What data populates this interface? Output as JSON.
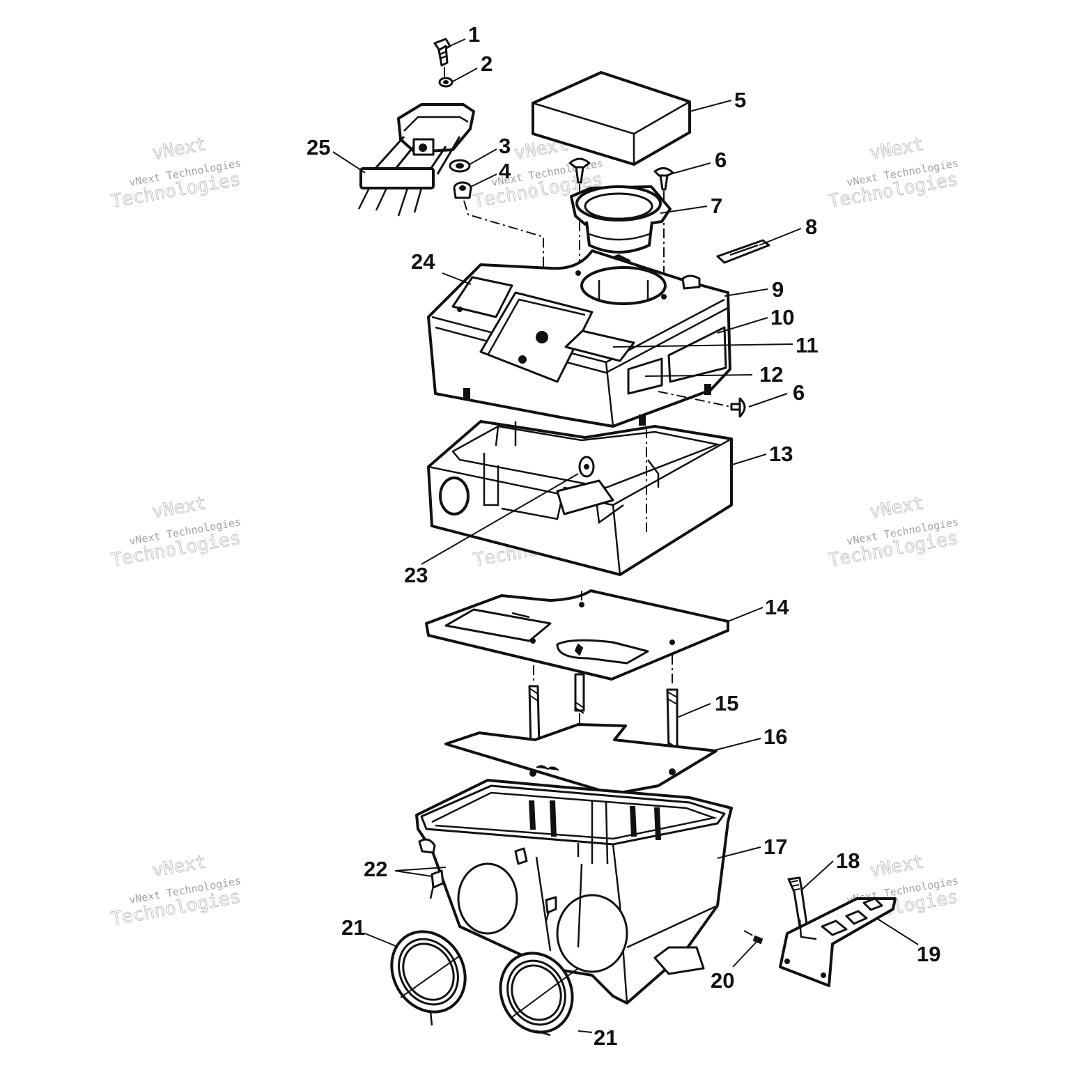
{
  "diagram": {
    "callouts": [
      "1",
      "2",
      "3",
      "4",
      "5",
      "6",
      "6",
      "7",
      "8",
      "9",
      "10",
      "11",
      "12",
      "13",
      "14",
      "15",
      "16",
      "17",
      "18",
      "19",
      "20",
      "21",
      "21",
      "22",
      "23",
      "24",
      "25"
    ]
  },
  "watermark": {
    "line1": "vNext",
    "line2": "vNext Technologies",
    "line3": "Technologies"
  },
  "colors": {
    "ink": "#111111",
    "paper": "#ffffff",
    "watermark": "#9a9a9a"
  }
}
